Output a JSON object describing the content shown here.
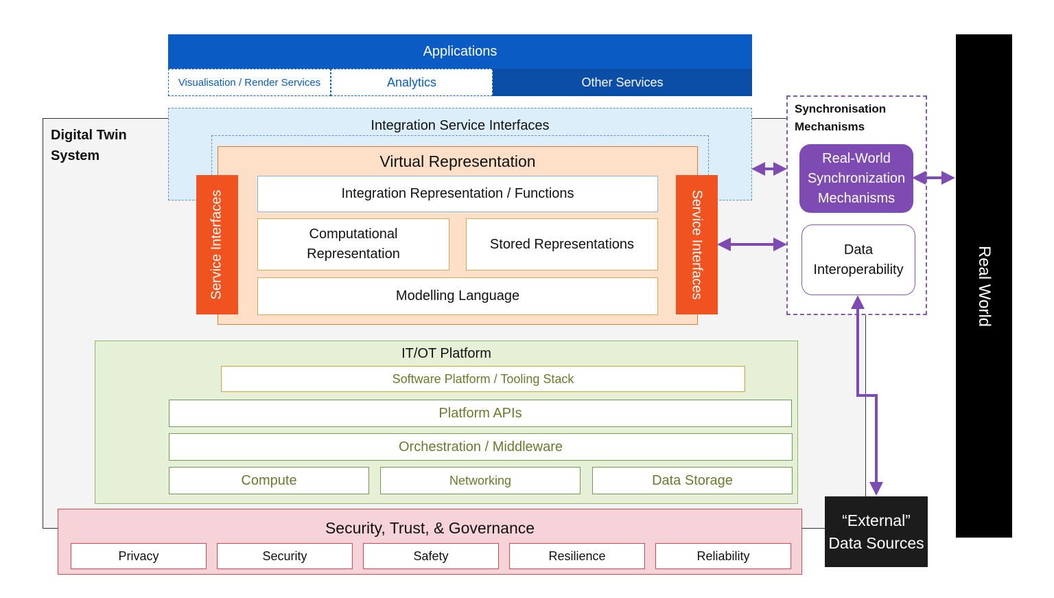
{
  "system_label": "Digital Twin System",
  "applications": {
    "title": "Applications",
    "visualisation": "Visualisation / Render Services",
    "analytics": "Analytics",
    "other": "Other Services"
  },
  "integration_service_interfaces": "Integration Service Interfaces",
  "virtual_representation": {
    "title": "Virtual Representation",
    "integration": "Integration Representation / Functions",
    "computational": "Computational Representation",
    "stored": "Stored Representations",
    "modelling": "Modelling Language"
  },
  "service_interfaces": "Service Interfaces",
  "synchronisation": {
    "title": "Synchronisation Mechanisms",
    "real_world_sync": "Real-World Synchronization Mechanisms",
    "data_interop": "Data Interoperability"
  },
  "real_world": "Real World",
  "external_data": "“External” Data Sources",
  "itot": {
    "title": "IT/OT Platform",
    "software": "Software Platform / Tooling Stack",
    "apis": "Platform APIs",
    "orchestration": "Orchestration / Middleware",
    "compute": "Compute",
    "networking": "Networking",
    "storage": "Data Storage"
  },
  "governance": {
    "title": "Security, Trust, & Governance",
    "items": [
      "Privacy",
      "Security",
      "Safety",
      "Resilience",
      "Reliability"
    ]
  },
  "colors": {
    "applications": "#0a5bc4",
    "service_interfaces": "#f0531f",
    "sync_purple": "#7e4bb2",
    "itot_green": "#e6f0d6",
    "governance_pink": "#f6d3d9"
  }
}
